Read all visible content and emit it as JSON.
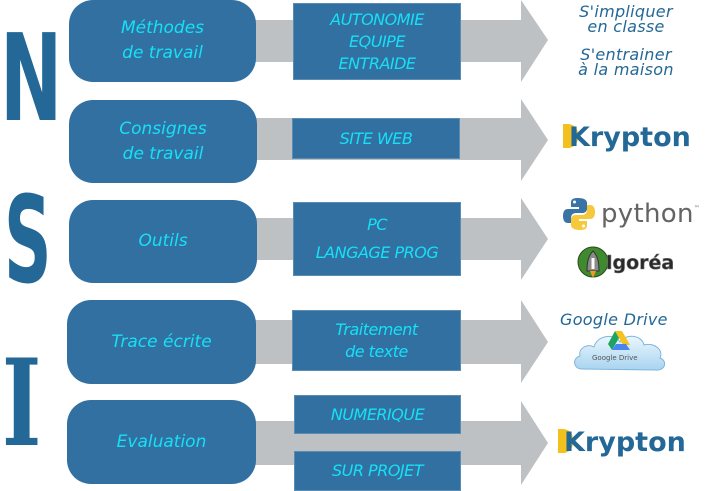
{
  "acronym": {
    "letters": [
      "N",
      "S",
      "I"
    ],
    "color": "#236896"
  },
  "colors": {
    "box_fill": "#3370a2",
    "box_text": "#16e0f5",
    "arrow": "#bdc1c4",
    "output_text": "#236896",
    "krypton_accent": "#f3c11d"
  },
  "rows": [
    {
      "label_lines": [
        "Méthodes",
        "de travail"
      ],
      "middle_boxes": [
        {
          "lines": [
            "AUTONOMIE",
            "EQUIPE",
            "ENTRAIDE"
          ]
        }
      ],
      "output": {
        "type": "text",
        "lines": [
          "S'impliquer",
          "en classe",
          "S'entrainer",
          "à la maison"
        ]
      }
    },
    {
      "label_lines": [
        "Consignes",
        "de travail"
      ],
      "middle_boxes": [
        {
          "lines": [
            "SITE WEB"
          ]
        }
      ],
      "output": {
        "type": "logo",
        "logo": "krypton-logo",
        "text": "Krypton"
      }
    },
    {
      "label_lines": [
        "Outils"
      ],
      "middle_boxes": [
        {
          "lines": [
            "PC",
            "LANGAGE PROG"
          ]
        }
      ],
      "output": {
        "type": "logos",
        "logos": [
          {
            "name": "python-logo",
            "text": "python",
            "tm": "™"
          },
          {
            "name": "algorea-logo",
            "text": "lgoréa"
          }
        ]
      }
    },
    {
      "label_lines": [
        "Trace écrite"
      ],
      "middle_boxes": [
        {
          "lines": [
            "Traitement",
            "de texte"
          ]
        }
      ],
      "output": {
        "type": "logo",
        "logo": "google-drive-logo",
        "title": "Google Drive",
        "caption": "Google Drive"
      }
    },
    {
      "label_lines": [
        "Evaluation"
      ],
      "middle_boxes": [
        {
          "lines": [
            "NUMERIQUE"
          ]
        },
        {
          "lines": [
            "SUR PROJET"
          ]
        }
      ],
      "output": {
        "type": "logo",
        "logo": "krypton-logo",
        "text": "Krypton"
      }
    }
  ]
}
